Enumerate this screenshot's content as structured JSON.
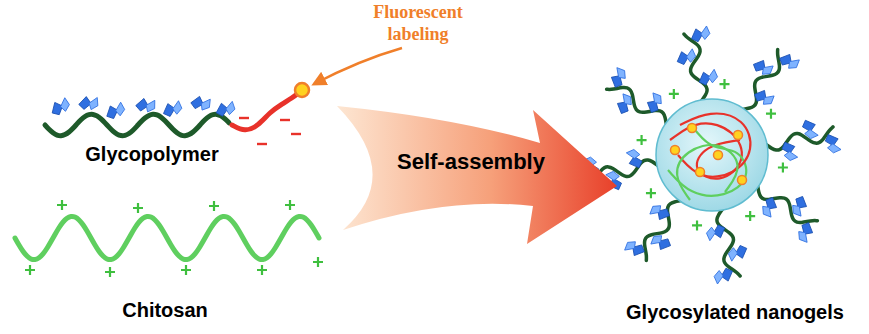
{
  "diagram": {
    "nodes": [
      {
        "text": [
          "Self-assembly"
        ]
      }
    ],
    "labels": [
      "Fluorescent labeling",
      "Glycopolymer",
      "Chitosan",
      "Glycosylated nanogels"
    ]
  }
}
